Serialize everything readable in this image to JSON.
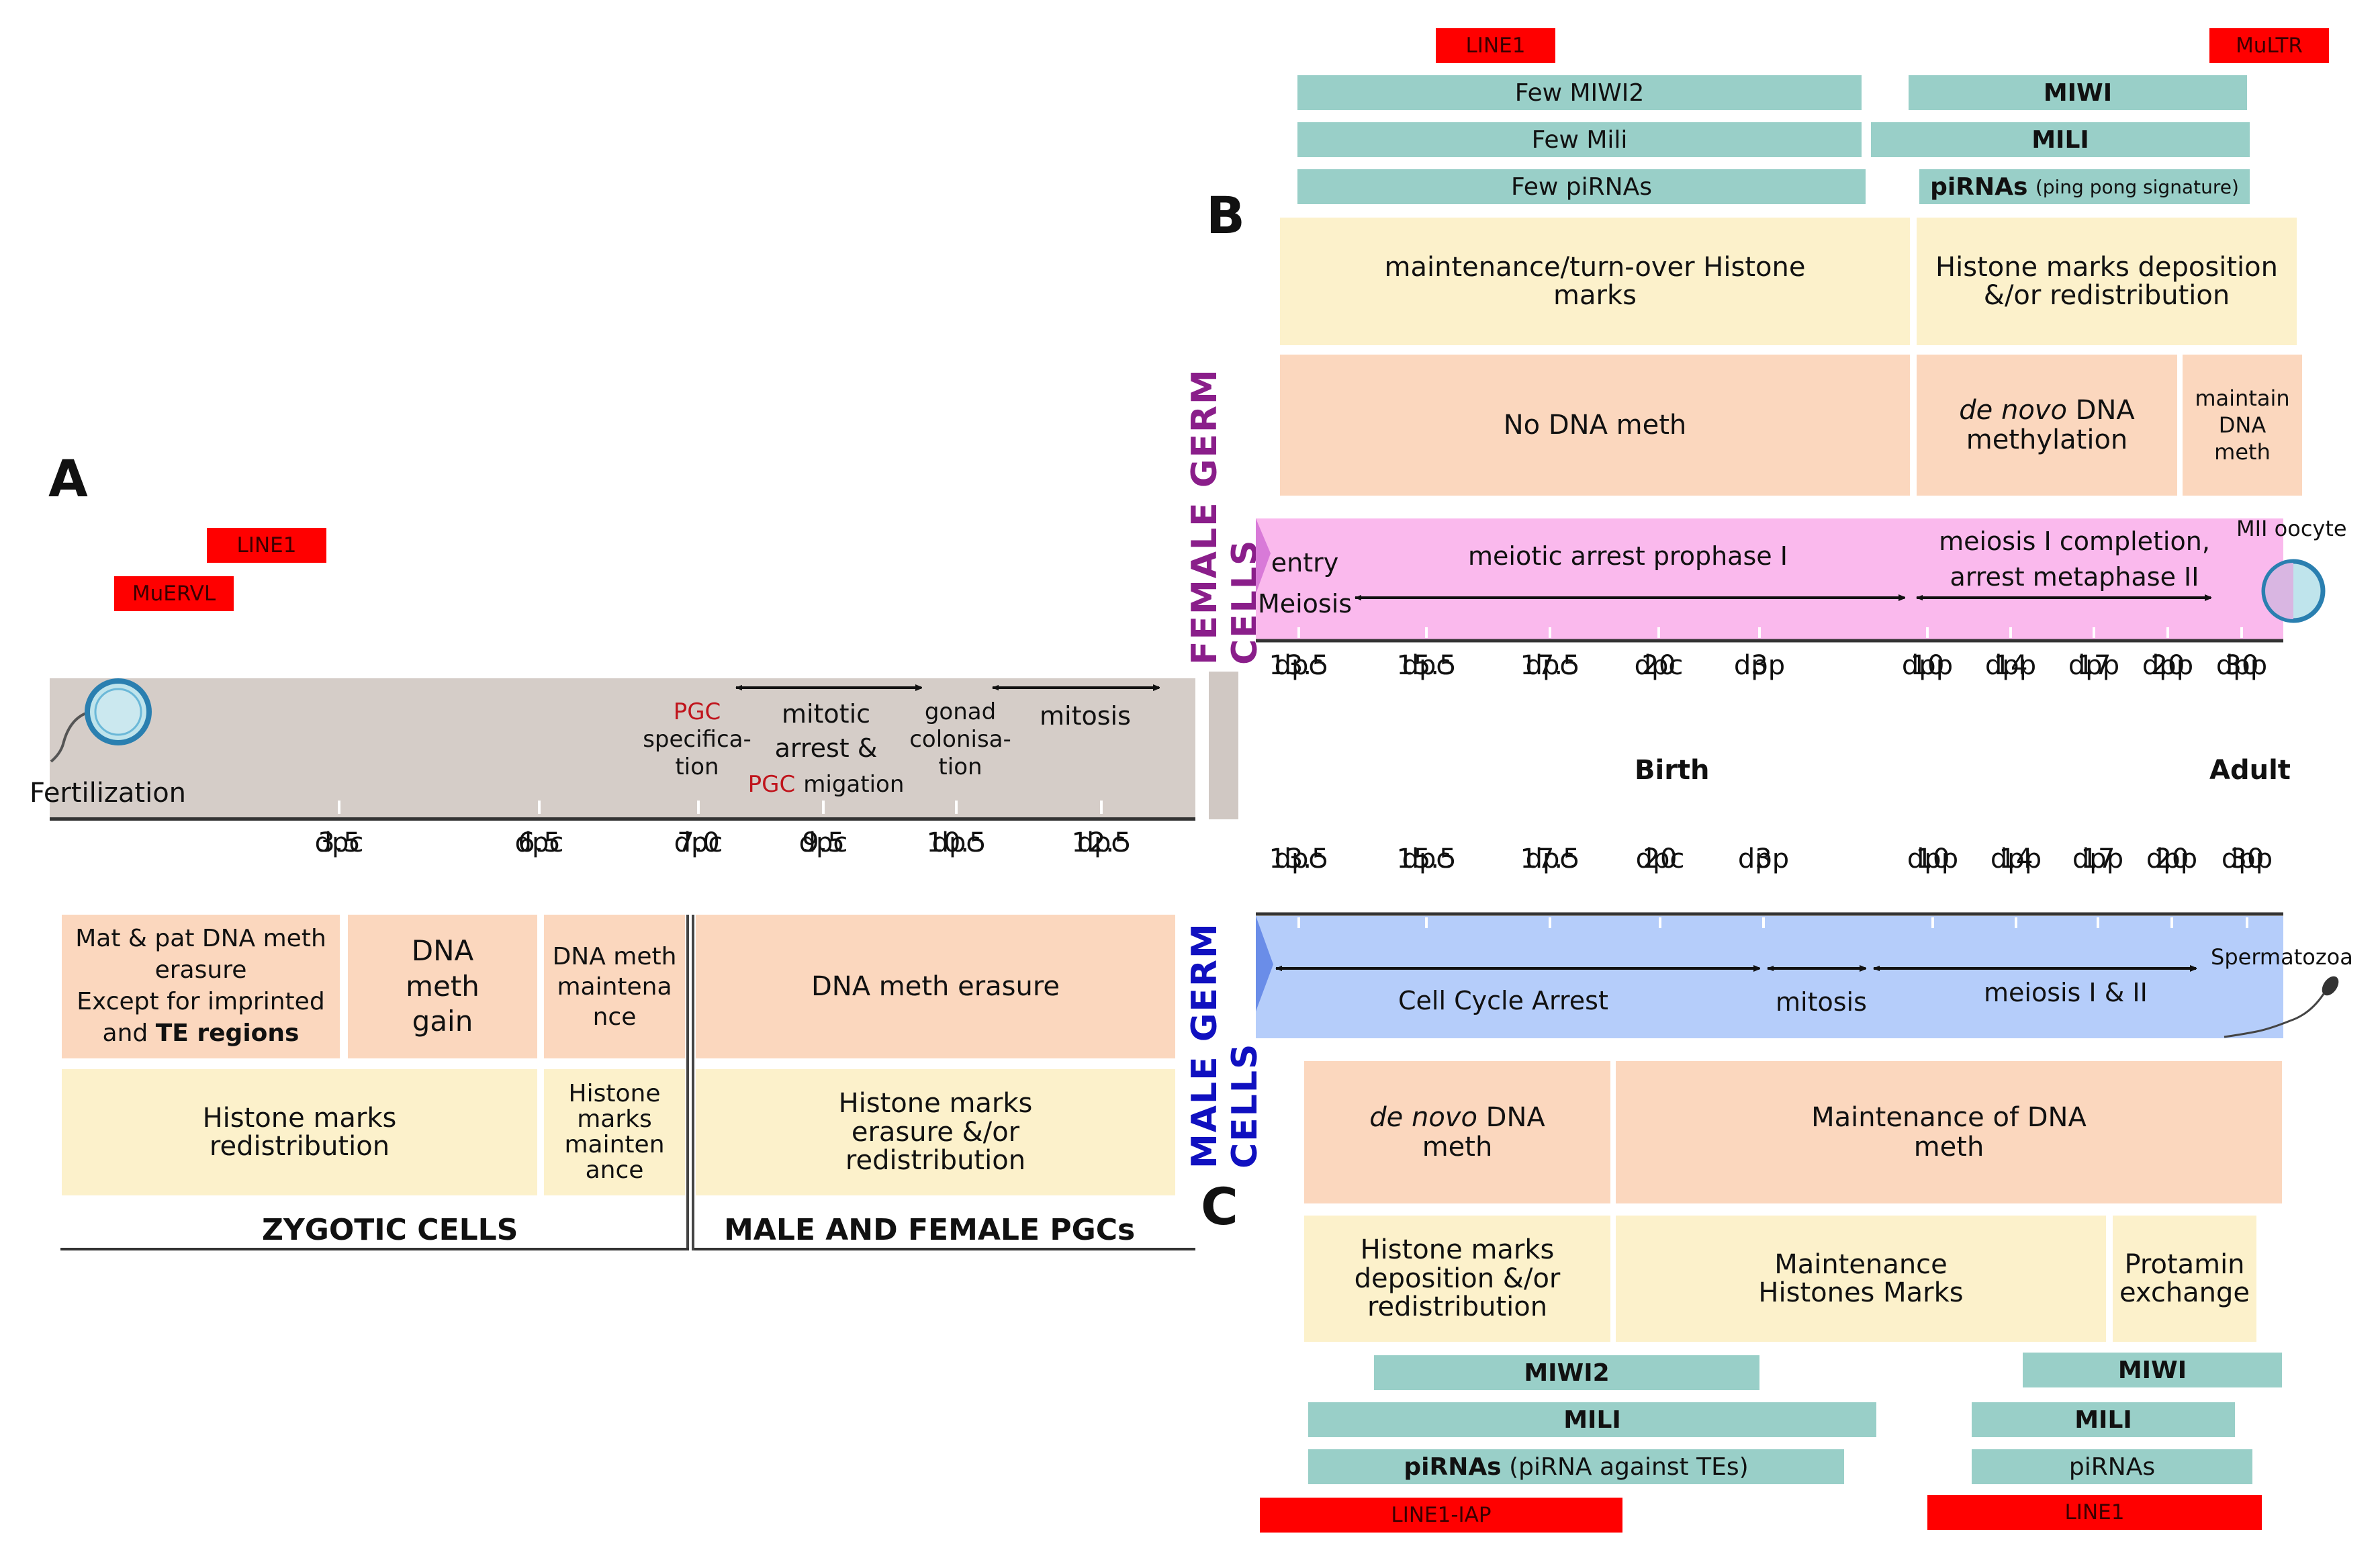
{
  "panel_a": {
    "label": "A",
    "te": {
      "line1": "LINE1",
      "muervl": "MuERVL"
    },
    "fertilization": "Fertilization",
    "pgc_word": "PGC",
    "spec_rest": "specifica-\ntion",
    "mitotic": "mitotic\narrest &",
    "migation": "migation",
    "gonad": "gonad\ncolonisa-\ntion",
    "mitosis": "mitosis",
    "ticks": [
      {
        "value": "3.5",
        "unit": "dpc"
      },
      {
        "value": "6.5",
        "unit": "dpc"
      },
      {
        "value": "7.0",
        "unit": "dpc"
      },
      {
        "value": "9.5",
        "unit": "dpc"
      },
      {
        "value": "10.5",
        "unit": "dpc"
      },
      {
        "value": "12.5",
        "unit": "dpc"
      }
    ],
    "meth_erasure_l1": "Mat & pat DNA meth\nerasure\nExcept for imprinted\nand ",
    "meth_erasure_bold": "TE regions",
    "meth_gain": "DNA\nmeth\ngain",
    "meth_maint": "DNA meth\nmaintena\nnce",
    "meth_erasure": "DNA meth erasure",
    "hist_redistrib": "Histone marks\nredistribution",
    "hist_maint": "Histone\nmarks\nmainten\nance",
    "hist_erasure": "Histone marks\nerasure &/or\nredistribution",
    "zygotic": "ZYGOTIC CELLS",
    "pgcs": "MALE AND FEMALE PGCs"
  },
  "panel_b": {
    "label": "B",
    "side": "FEMALE GERM CELLS",
    "te": {
      "line1": "LINE1",
      "multr": "MuLTR"
    },
    "few_miwi2": "Few MIWI2",
    "few_mili": "Few Mili",
    "few_pirnas": "Few piRNAs",
    "miwi": "MIWI",
    "mili": "MILI",
    "pirnas_bold": "piRNAs",
    "pirnas_note": "(ping pong signature)",
    "hist_turnover": "maintenance/turn-over Histone\nmarks",
    "hist_depo": "Histone marks deposition\n&/or redistribution",
    "no_meth": "No DNA meth",
    "denovo_it": "de novo",
    "denovo_rest": "DNA\nmethylation",
    "maintain": "maintain\nDNA\nmeth",
    "entry": "entry\nMeiosis",
    "meiotic_arrest": "meiotic arrest prophase I",
    "meiosis_compl": "meiosis I completion,\narrest metaphase II",
    "mii": "MII oocyte",
    "ticks": [
      {
        "value": "13.5",
        "unit": "dpc"
      },
      {
        "value": "15.5",
        "unit": "dpc"
      },
      {
        "value": "17.5",
        "unit": "dpc"
      },
      {
        "value": "20",
        "unit": "dpc"
      },
      {
        "value": "3",
        "unit": "dpp"
      },
      {
        "value": "10",
        "unit": "dpp"
      },
      {
        "value": "14",
        "unit": "dpp"
      },
      {
        "value": "17",
        "unit": "dpp"
      },
      {
        "value": "20",
        "unit": "dpp"
      },
      {
        "value": "30",
        "unit": "dpp"
      }
    ],
    "birth": "Birth",
    "adult": "Adult"
  },
  "panel_c": {
    "label": "C",
    "side": "MALE GERM CELLS",
    "ticks": [
      {
        "value": "13.5",
        "unit": "dpc"
      },
      {
        "value": "15.5",
        "unit": "dpc"
      },
      {
        "value": "17.5",
        "unit": "dpc"
      },
      {
        "value": "20",
        "unit": "dpc"
      },
      {
        "value": "3",
        "unit": "dpp"
      },
      {
        "value": "10",
        "unit": "dpp"
      },
      {
        "value": "14",
        "unit": "dpp"
      },
      {
        "value": "17",
        "unit": "dpp"
      },
      {
        "value": "20",
        "unit": "dpp"
      },
      {
        "value": "30",
        "unit": "dpp"
      }
    ],
    "cell_cycle": "Cell Cycle Arrest",
    "mitosis": "mitosis",
    "meiosis": "meiosis I & II",
    "spermatozoa": "Spermatozoa",
    "denovo_it": "de novo",
    "denovo_rest": "DNA\nmeth",
    "maint_meth": "Maintenance of DNA\nmeth",
    "hist_depo": "Histone marks\ndeposition &/or\nredistribution",
    "hist_maint": "Maintenance\nHistones Marks",
    "protamin": "Protamin\nexchange",
    "miwi2": "MIWI2",
    "miwi": "MIWI",
    "mili_l": "MILI",
    "mili_r": "MILI",
    "pirnas_bold": "piRNAs",
    "pirnas_note": "(piRNA against TEs)",
    "pirnas_r": "piRNAs",
    "te": {
      "line1_iap": "LINE1-IAP",
      "line1": "LINE1"
    }
  }
}
